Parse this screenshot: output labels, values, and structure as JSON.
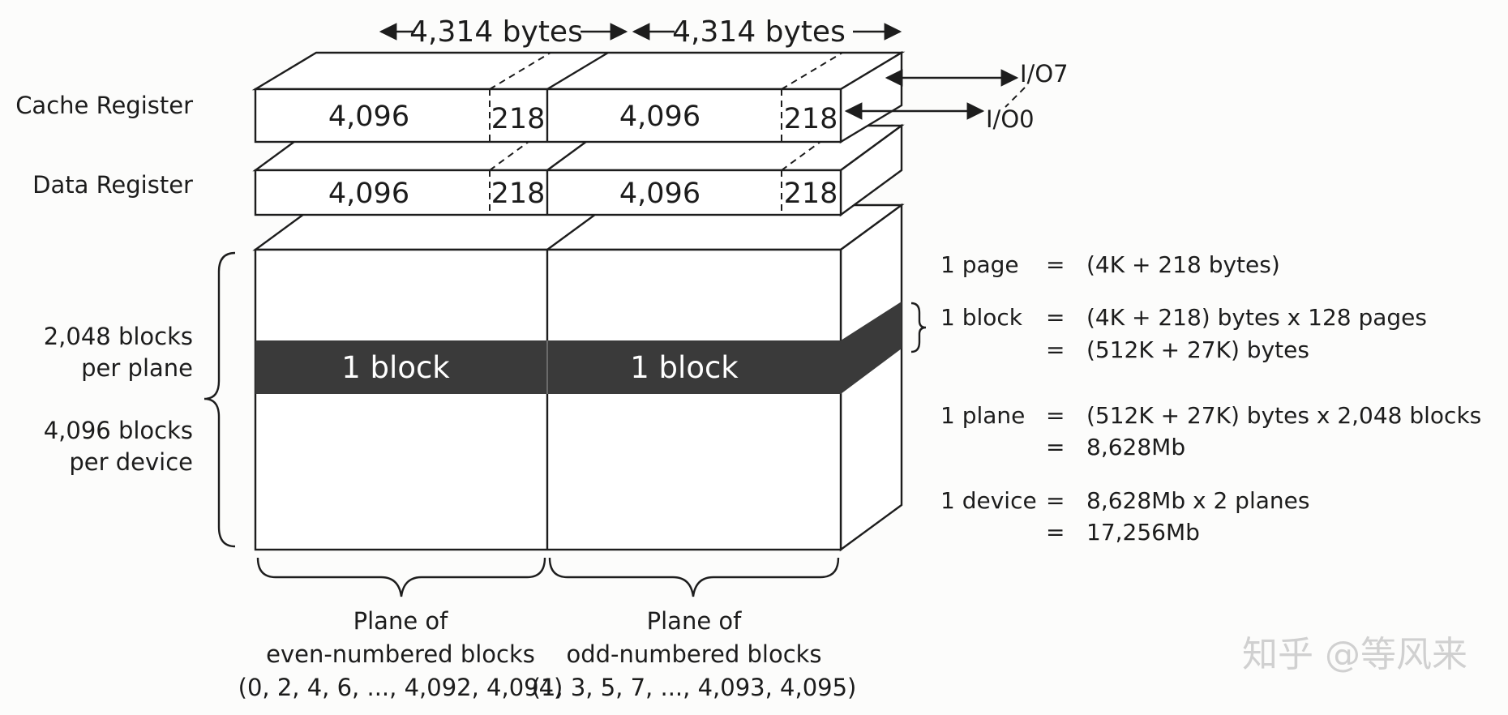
{
  "header": {
    "left_width": "4,314 bytes",
    "right_width": "4,314 bytes"
  },
  "registers": {
    "cache_label": "Cache Register",
    "data_label": "Data Register",
    "main_size": "4,096",
    "spare_size": "218"
  },
  "io": {
    "top": "I/O7",
    "bottom": "I/O0"
  },
  "array": {
    "block_label": "1 block",
    "blocks_per_plane_line1": "2,048 blocks",
    "blocks_per_plane_line2": "per plane",
    "blocks_per_device_line1": "4,096 blocks",
    "blocks_per_device_line2": "per device"
  },
  "planes": {
    "even_line1": "Plane of",
    "even_line2": "even-numbered blocks",
    "even_line3": "(0, 2, 4, 6, ..., 4,092, 4,094)",
    "odd_line1": "Plane of",
    "odd_line2": "odd-numbered blocks",
    "odd_line3": "(1, 3, 5, 7, ..., 4,093, 4,095)"
  },
  "equations": {
    "page_term": "1 page",
    "page_eq": "=",
    "page_value": "(4K + 218 bytes)",
    "block_term": "1 block",
    "block_eq": "=",
    "block_value1": "(4K + 218) bytes x 128 pages",
    "block_eq2": "=",
    "block_value2": "(512K + 27K) bytes",
    "plane_term": "1 plane",
    "plane_eq": "=",
    "plane_value1": "(512K + 27K) bytes x 2,048 blocks",
    "plane_eq2": "=",
    "plane_value2": "8,628Mb",
    "device_term": "1 device",
    "device_eq": "=",
    "device_value1": "8,628Mb x 2 planes",
    "device_eq2": "=",
    "device_value2": "17,256Mb"
  },
  "watermark": "知乎 @等风来"
}
